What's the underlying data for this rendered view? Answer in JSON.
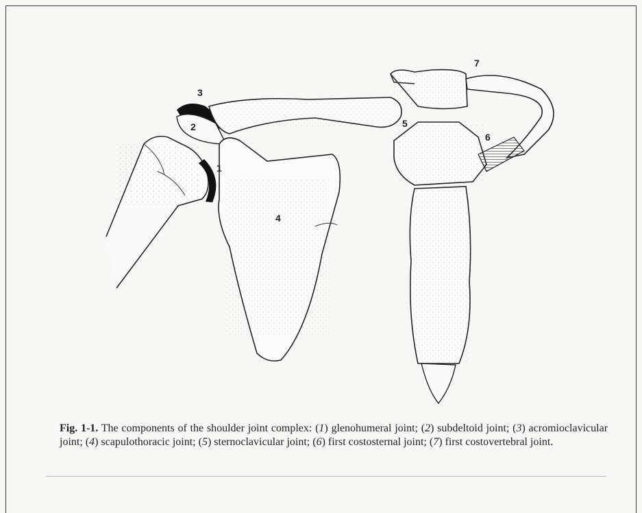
{
  "figure": {
    "labels": [
      "1",
      "2",
      "3",
      "4",
      "5",
      "6",
      "7"
    ]
  },
  "caption": {
    "fig_label": "Fig. 1-1.",
    "text_1": "The components of the shoulder joint complex: (",
    "n1": "1",
    "t1": ") glenohumeral joint; (",
    "n2": "2",
    "t2": ") subdeltoid joint; (",
    "n3": "3",
    "t3": ") acromioclavicular joint; (",
    "n4": "4",
    "t4": ") scapulothoracic joint; (",
    "n5": "5",
    "t5": ") sternoclavicular joint; (",
    "n6": "6",
    "t6": ") first costosternal joint; (",
    "n7": "7",
    "t7": ") first costovertebral joint."
  }
}
